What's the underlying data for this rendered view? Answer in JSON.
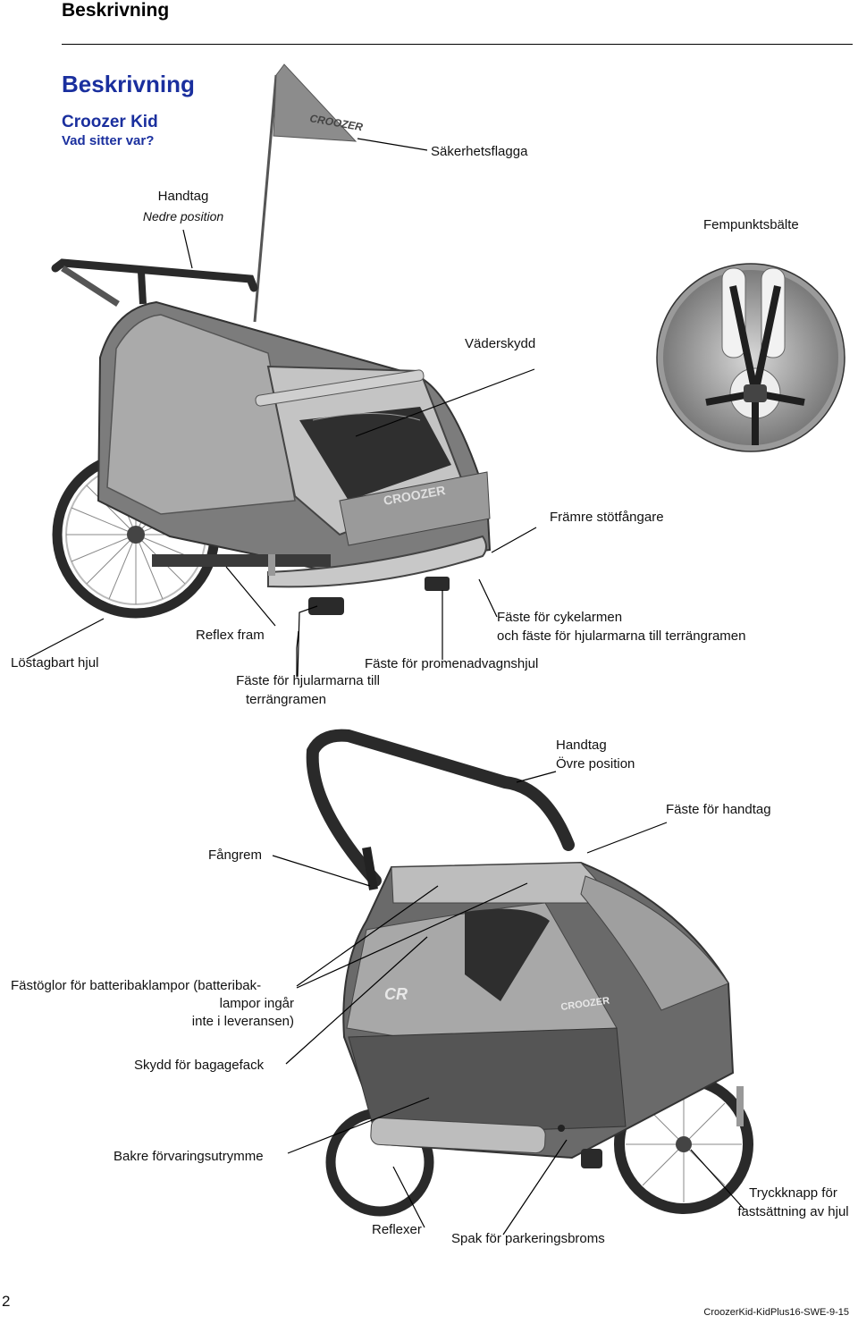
{
  "header": {
    "section": "Beskrivning"
  },
  "page": {
    "title": "Beskrivning",
    "subtitle": "Croozer Kid",
    "subsubtitle": "Vad sitter var?"
  },
  "top_labels": {
    "flag": "Säkerhetsflagga",
    "handle_line1": "Handtag",
    "handle_line2": "Nedre position",
    "harness": "Fempunktsbälte",
    "weather": "Väderskydd",
    "bumper": "Främre stötfångare",
    "reflex": "Reflex fram",
    "bike_arm_line1": "Fäste för cykelarmen",
    "bike_arm_line2": "och fäste för hjularmarna till terrängramen",
    "wheel": "Löstagbart hjul",
    "stroller": "Fäste för promenadvagnshjul",
    "terrain_line1": "Fäste för hjularmarna till",
    "terrain_line2": "terrängramen"
  },
  "bottom_labels": {
    "handle_line1": "Handtag",
    "handle_line2": "Övre position",
    "handle_mount": "Fäste för handtag",
    "strap": "Fångrem",
    "eyelets_line1": "Fästöglor för batteribaklampor (batteribak-",
    "eyelets_line2": "lampor ingår",
    "eyelets_line3": "inte i leveransen)",
    "luggage": "Skydd för bagagefack",
    "storage": "Bakre förvaringsutrymme",
    "reflectors": "Reflexer",
    "brake": "Spak för parkeringsbroms",
    "button_line1": "Tryckknapp för",
    "button_line2": "fastsättning av hjul"
  },
  "flag_logo": "CROOZER",
  "footer": {
    "page_number": "2",
    "doc_code": "CroozerKid-KidPlus16-SWE-9-15"
  }
}
